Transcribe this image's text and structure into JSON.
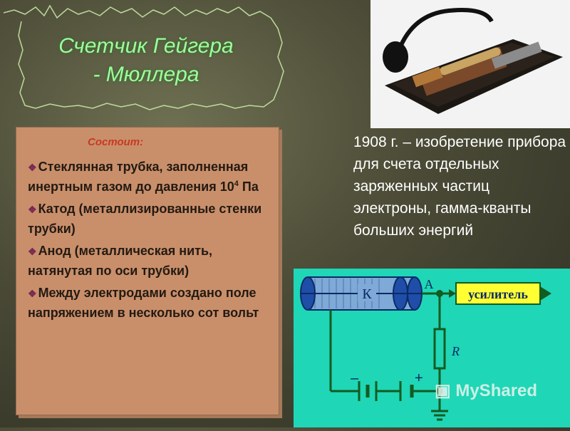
{
  "title": {
    "line1": "Счетчик Гейгера",
    "line2": "- Мюллера"
  },
  "info_panel": {
    "heading": "Состоит:",
    "items": [
      {
        "text_a": "Стеклянная трубка, заполненная инертным газом до давления 10",
        "sup": "4",
        "text_b": " Па"
      },
      {
        "text": "Катод (металлизированные стенки трубки)"
      },
      {
        "text": "Анод (металлическая нить, натянутая по оси трубки)"
      },
      {
        "text": "Между электродами создано поле напряжением в несколько сот вольт"
      }
    ]
  },
  "year_text": "1908 г. – изобретение прибора для счета отдельных заряженных частиц электроны, гамма-кванты больших энергий",
  "schematic": {
    "label_k": "К",
    "label_a": "А",
    "amplifier": "усилитель",
    "resistor": "R",
    "minus": "–",
    "plus": "+"
  },
  "watermark": "MyShared",
  "colors": {
    "title": "#9dff9a",
    "panel": "#c98f6b",
    "heading": "#c83a22",
    "schematic_bg": "#1fd6b6",
    "wire": "#135b20",
    "tube": "#1f4ea8"
  },
  "icons": [
    "diamond-bullet-icon",
    "counter-device-photo",
    "watermark-logo-icon"
  ]
}
